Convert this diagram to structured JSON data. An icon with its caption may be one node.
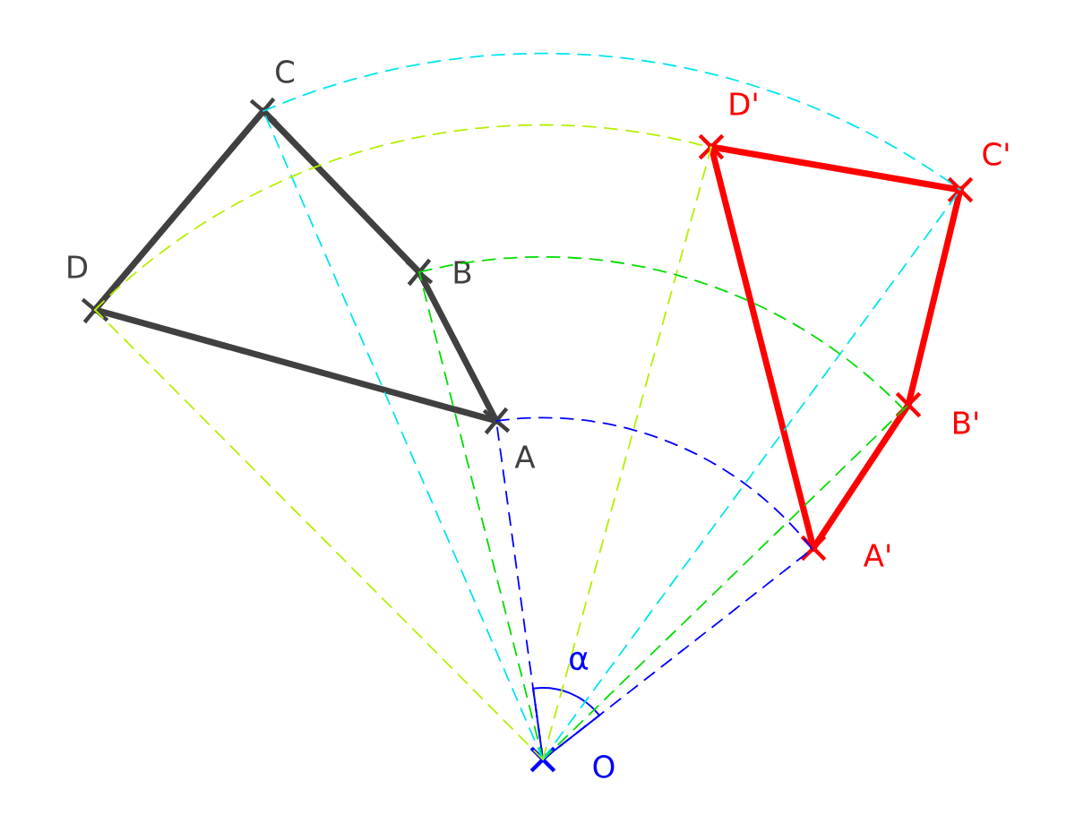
{
  "diagram": {
    "nodes": [
      {
        "text": [
          "A"
        ]
      },
      {
        "text": [
          "B"
        ]
      },
      {
        "text": [
          "C"
        ]
      },
      {
        "text": [
          "D"
        ]
      },
      {
        "text": [
          "A'"
        ]
      },
      {
        "text": [
          "B'"
        ]
      },
      {
        "text": [
          "C'"
        ]
      },
      {
        "text": [
          "D'"
        ]
      },
      {
        "text": [
          "O"
        ]
      }
    ],
    "edges": [
      {
        "from": 0,
        "to": 1,
        "arrow": "none",
        "style": "thick",
        "color": "#404040"
      },
      {
        "from": 1,
        "to": 2,
        "arrow": "none",
        "style": "thick",
        "color": "#404040"
      },
      {
        "from": 2,
        "to": 3,
        "arrow": "none",
        "style": "thick",
        "color": "#404040"
      },
      {
        "from": 3,
        "to": 0,
        "arrow": "none",
        "style": "thick",
        "color": "#404040"
      },
      {
        "from": 4,
        "to": 5,
        "arrow": "none",
        "style": "thick",
        "color": "#ff0000"
      },
      {
        "from": 5,
        "to": 6,
        "arrow": "none",
        "style": "thick",
        "color": "#ff0000"
      },
      {
        "from": 6,
        "to": 7,
        "arrow": "none",
        "style": "thick",
        "color": "#ff0000"
      },
      {
        "from": 7,
        "to": 4,
        "arrow": "none",
        "style": "thick",
        "color": "#ff0000"
      },
      {
        "from": 8,
        "to": 0,
        "arrow": "none",
        "style": "dashed",
        "color": "#0000ff"
      },
      {
        "from": 8,
        "to": 1,
        "arrow": "none",
        "style": "dashed",
        "color": "#00dd00"
      },
      {
        "from": 8,
        "to": 2,
        "arrow": "none",
        "style": "dashed",
        "color": "#00e5ee"
      },
      {
        "from": 8,
        "to": 3,
        "arrow": "none",
        "style": "dashed",
        "color": "#b4f000"
      },
      {
        "from": 8,
        "to": 4,
        "arrow": "none",
        "style": "dashed",
        "color": "#0000ff"
      },
      {
        "from": 8,
        "to": 5,
        "arrow": "none",
        "style": "dashed",
        "color": "#00dd00"
      },
      {
        "from": 8,
        "to": 6,
        "arrow": "none",
        "style": "dashed",
        "color": "#00e5ee"
      },
      {
        "from": 8,
        "to": 7,
        "arrow": "none",
        "style": "dashed",
        "color": "#b4f000"
      },
      {
        "from": 0,
        "to": 4,
        "arrow": "none",
        "style": "dashed",
        "color": "#0000ff"
      },
      {
        "from": 1,
        "to": 5,
        "arrow": "none",
        "style": "dashed",
        "color": "#00dd00"
      },
      {
        "from": 2,
        "to": 6,
        "arrow": "none",
        "style": "dashed",
        "color": "#00e5ee"
      },
      {
        "from": 3,
        "to": 7,
        "arrow": "none",
        "style": "dashed",
        "color": "#b4f000"
      }
    ],
    "labels": [
      "α"
    ]
  }
}
